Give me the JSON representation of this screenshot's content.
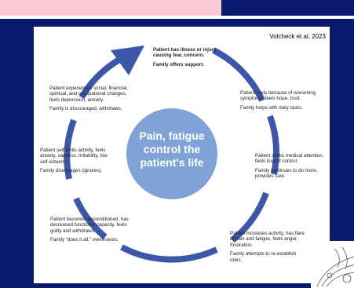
{
  "citation": "Volcheck et al, 2023",
  "center": {
    "line1": "Pain, fatigue",
    "line2": "control the",
    "line3": "patient's life"
  },
  "stages": [
    {
      "patient": "Patient has illness or injury causing fear, concern.",
      "family": "Family offers support."
    },
    {
      "patient": "Patient rests because of worsening symptoms, feels hope, trust.",
      "family": "Family helps with daily tasks."
    },
    {
      "patient": "Patient seeks medical attention, feels loss of control.",
      "family": "Family continues to do more, provides care."
    },
    {
      "patient": "Patient increases activity, has flare of pain and fatigue, feels anger, frustration.",
      "family": "Family attempts to re-establish roles."
    },
    {
      "patient": "Patient becomes deconditioned, has decreased functional capacity, feels guilty and withdrawn.",
      "family": "Family “does it all,” overinvests."
    },
    {
      "patient": "Patient self-limits activity, feels anxiety, sadness, irritability, low self-esteem.",
      "family": "Family disengages (ignores)."
    },
    {
      "patient": "Patient experiences social, financial, spiritual, and occupational changes, feels depression, anxiety.",
      "family": "Family is discouraged, withdraws."
    }
  ],
  "colors": {
    "background": "#0b1a6e",
    "arrow": "#3d57a8",
    "center_circle": "#7fa3d6",
    "banner": "#f9c9d6"
  }
}
